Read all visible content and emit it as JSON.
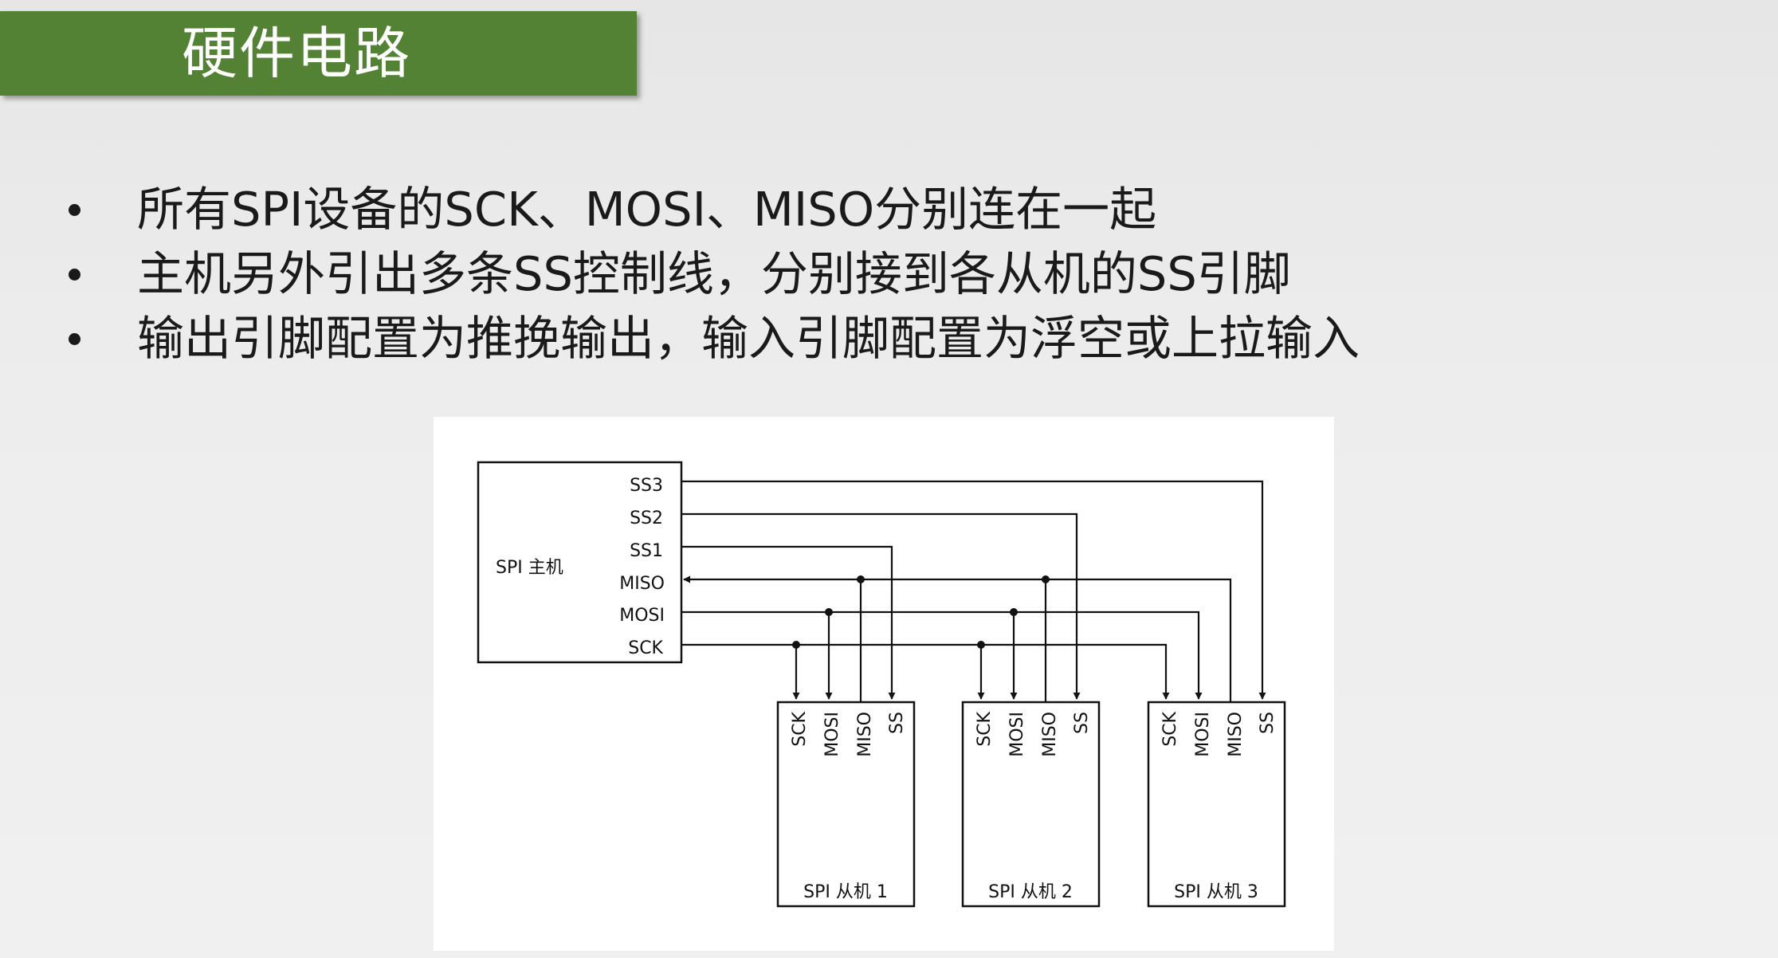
{
  "slide": {
    "title": "硬件电路"
  },
  "bullets": [
    {
      "text": "所有SPI设备的SCK、MOSI、MISO分别连在一起"
    },
    {
      "text": "主机另外引出多条SS控制线，分别接到各从机的SS引脚"
    },
    {
      "text": "输出引脚配置为推挽输出，输入引脚配置为浮空或上拉输入"
    }
  ],
  "diagram": {
    "master": {
      "label": "SPI 主机",
      "pins": [
        "SS3",
        "SS2",
        "SS1",
        "MISO",
        "MOSI",
        "SCK"
      ]
    },
    "slaves": [
      {
        "label": "SPI 从机 1",
        "pins": [
          "SCK",
          "MOSI",
          "MISO",
          "SS"
        ]
      },
      {
        "label": "SPI 从机 2",
        "pins": [
          "SCK",
          "MOSI",
          "MISO",
          "SS"
        ]
      },
      {
        "label": "SPI 从机 3",
        "pins": [
          "SCK",
          "MOSI",
          "MISO",
          "SS"
        ]
      }
    ],
    "line_color": "#111111"
  }
}
